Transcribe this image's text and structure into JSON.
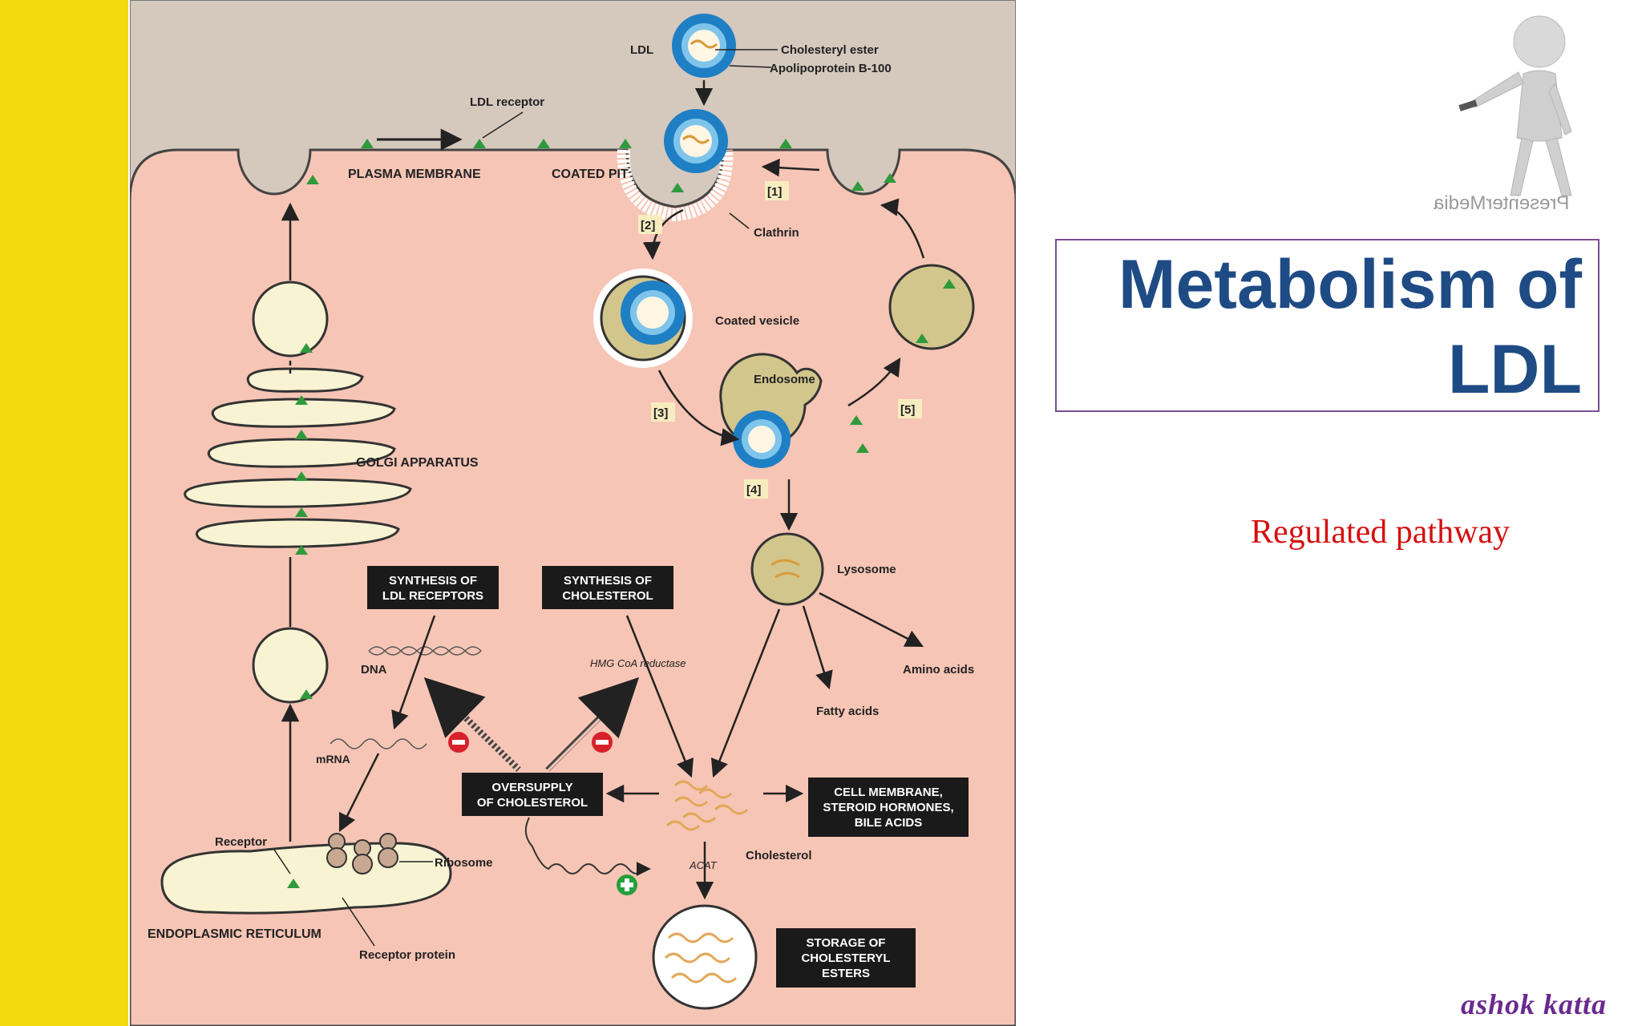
{
  "slide": {
    "title": "Metabolism of LDL",
    "subtitle": "Regulated pathway",
    "author": "ashok katta",
    "watermark": "PresenterMedia"
  },
  "diagram": {
    "labels": {
      "ldl": "LDL",
      "cholesteryl_ester": "Cholesteryl ester",
      "apolipoprotein": "Apolipoprotein B-100",
      "ldl_receptor": "LDL receptor",
      "plasma_membrane": "PLASMA MEMBRANE",
      "coated_pit": "COATED PIT",
      "clathrin": "Clathrin",
      "coated_vesicle": "Coated vesicle",
      "endosome": "Endosome",
      "lysosome": "Lysosome",
      "amino_acids": "Amino acids",
      "fatty_acids": "Fatty acids",
      "golgi": "GOLGI APPARATUS",
      "dna": "DNA",
      "mrna": "mRNA",
      "hmg": "HMG CoA reductase",
      "acat": "ACAT",
      "cholesterol": "Cholesterol",
      "receptor": "Receptor",
      "ribosome": "Ribosome",
      "er": "ENDOPLASMIC RETICULUM",
      "receptor_protein": "Receptor protein"
    },
    "steps": [
      "[1]",
      "[2]",
      "[3]",
      "[4]",
      "[5]"
    ],
    "boxes": {
      "synth_receptors": [
        "SYNTHESIS OF",
        "LDL RECEPTORS"
      ],
      "synth_cholesterol": [
        "SYNTHESIS OF",
        "CHOLESTEROL"
      ],
      "oversupply": [
        "OVERSUPPLY",
        "OF CHOLESTEROL"
      ],
      "cell_membrane": [
        "CELL MEMBRANE,",
        "STEROID HORMONES,",
        "BILE ACIDS"
      ],
      "storage": [
        "STORAGE OF",
        "CHOLESTERYL",
        "ESTERS"
      ]
    },
    "colors": {
      "extracellular": "#d5c8bd",
      "cytoplasm": "#f6c5b5",
      "organelle": "#f8f3d2",
      "receptor": "#2f9a3c",
      "ldl_blue": "#1f7fc4",
      "box": "#1a1a1a",
      "inhibit": "#d8202a",
      "activate": "#22a03a"
    }
  }
}
